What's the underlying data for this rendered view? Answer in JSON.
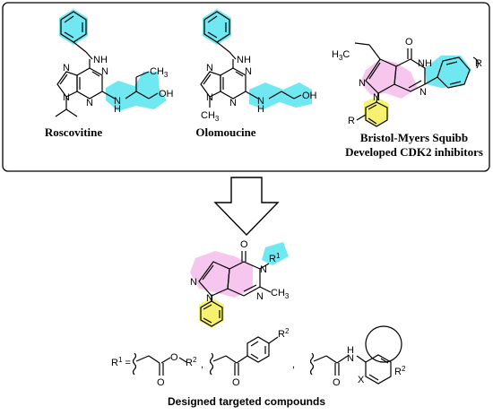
{
  "figure": {
    "panel_labels": {
      "roscovitine": "Roscovitine",
      "olomoucine": "Olomoucine",
      "bms_line1": "Bristol-Myers Squibb",
      "bms_line2": "Developed CDK2 inhibitors"
    },
    "atom_labels": {
      "nh": "NH",
      "n": "N",
      "oh": "OH",
      "ch3": "CH",
      "ch3_sub": "3",
      "h3c": "H",
      "h3c_sub": "3",
      "h3c_c": "C",
      "h": "H",
      "o": "O",
      "r": "R",
      "r1": "R",
      "r1_sup": "1",
      "r2": "R",
      "r2_sup": "2",
      "x": "X"
    },
    "substituent_line": {
      "r1_eq": "R",
      "r1_sup": "1",
      "equals": " =",
      "comma1": ",",
      "comma2": ","
    },
    "footer": "Designed targeted compounds"
  },
  "colors": {
    "highlight_cyan": "#3fe0ee",
    "highlight_pink": "#f4b8ea",
    "highlight_yellow": "#f5ee55"
  }
}
